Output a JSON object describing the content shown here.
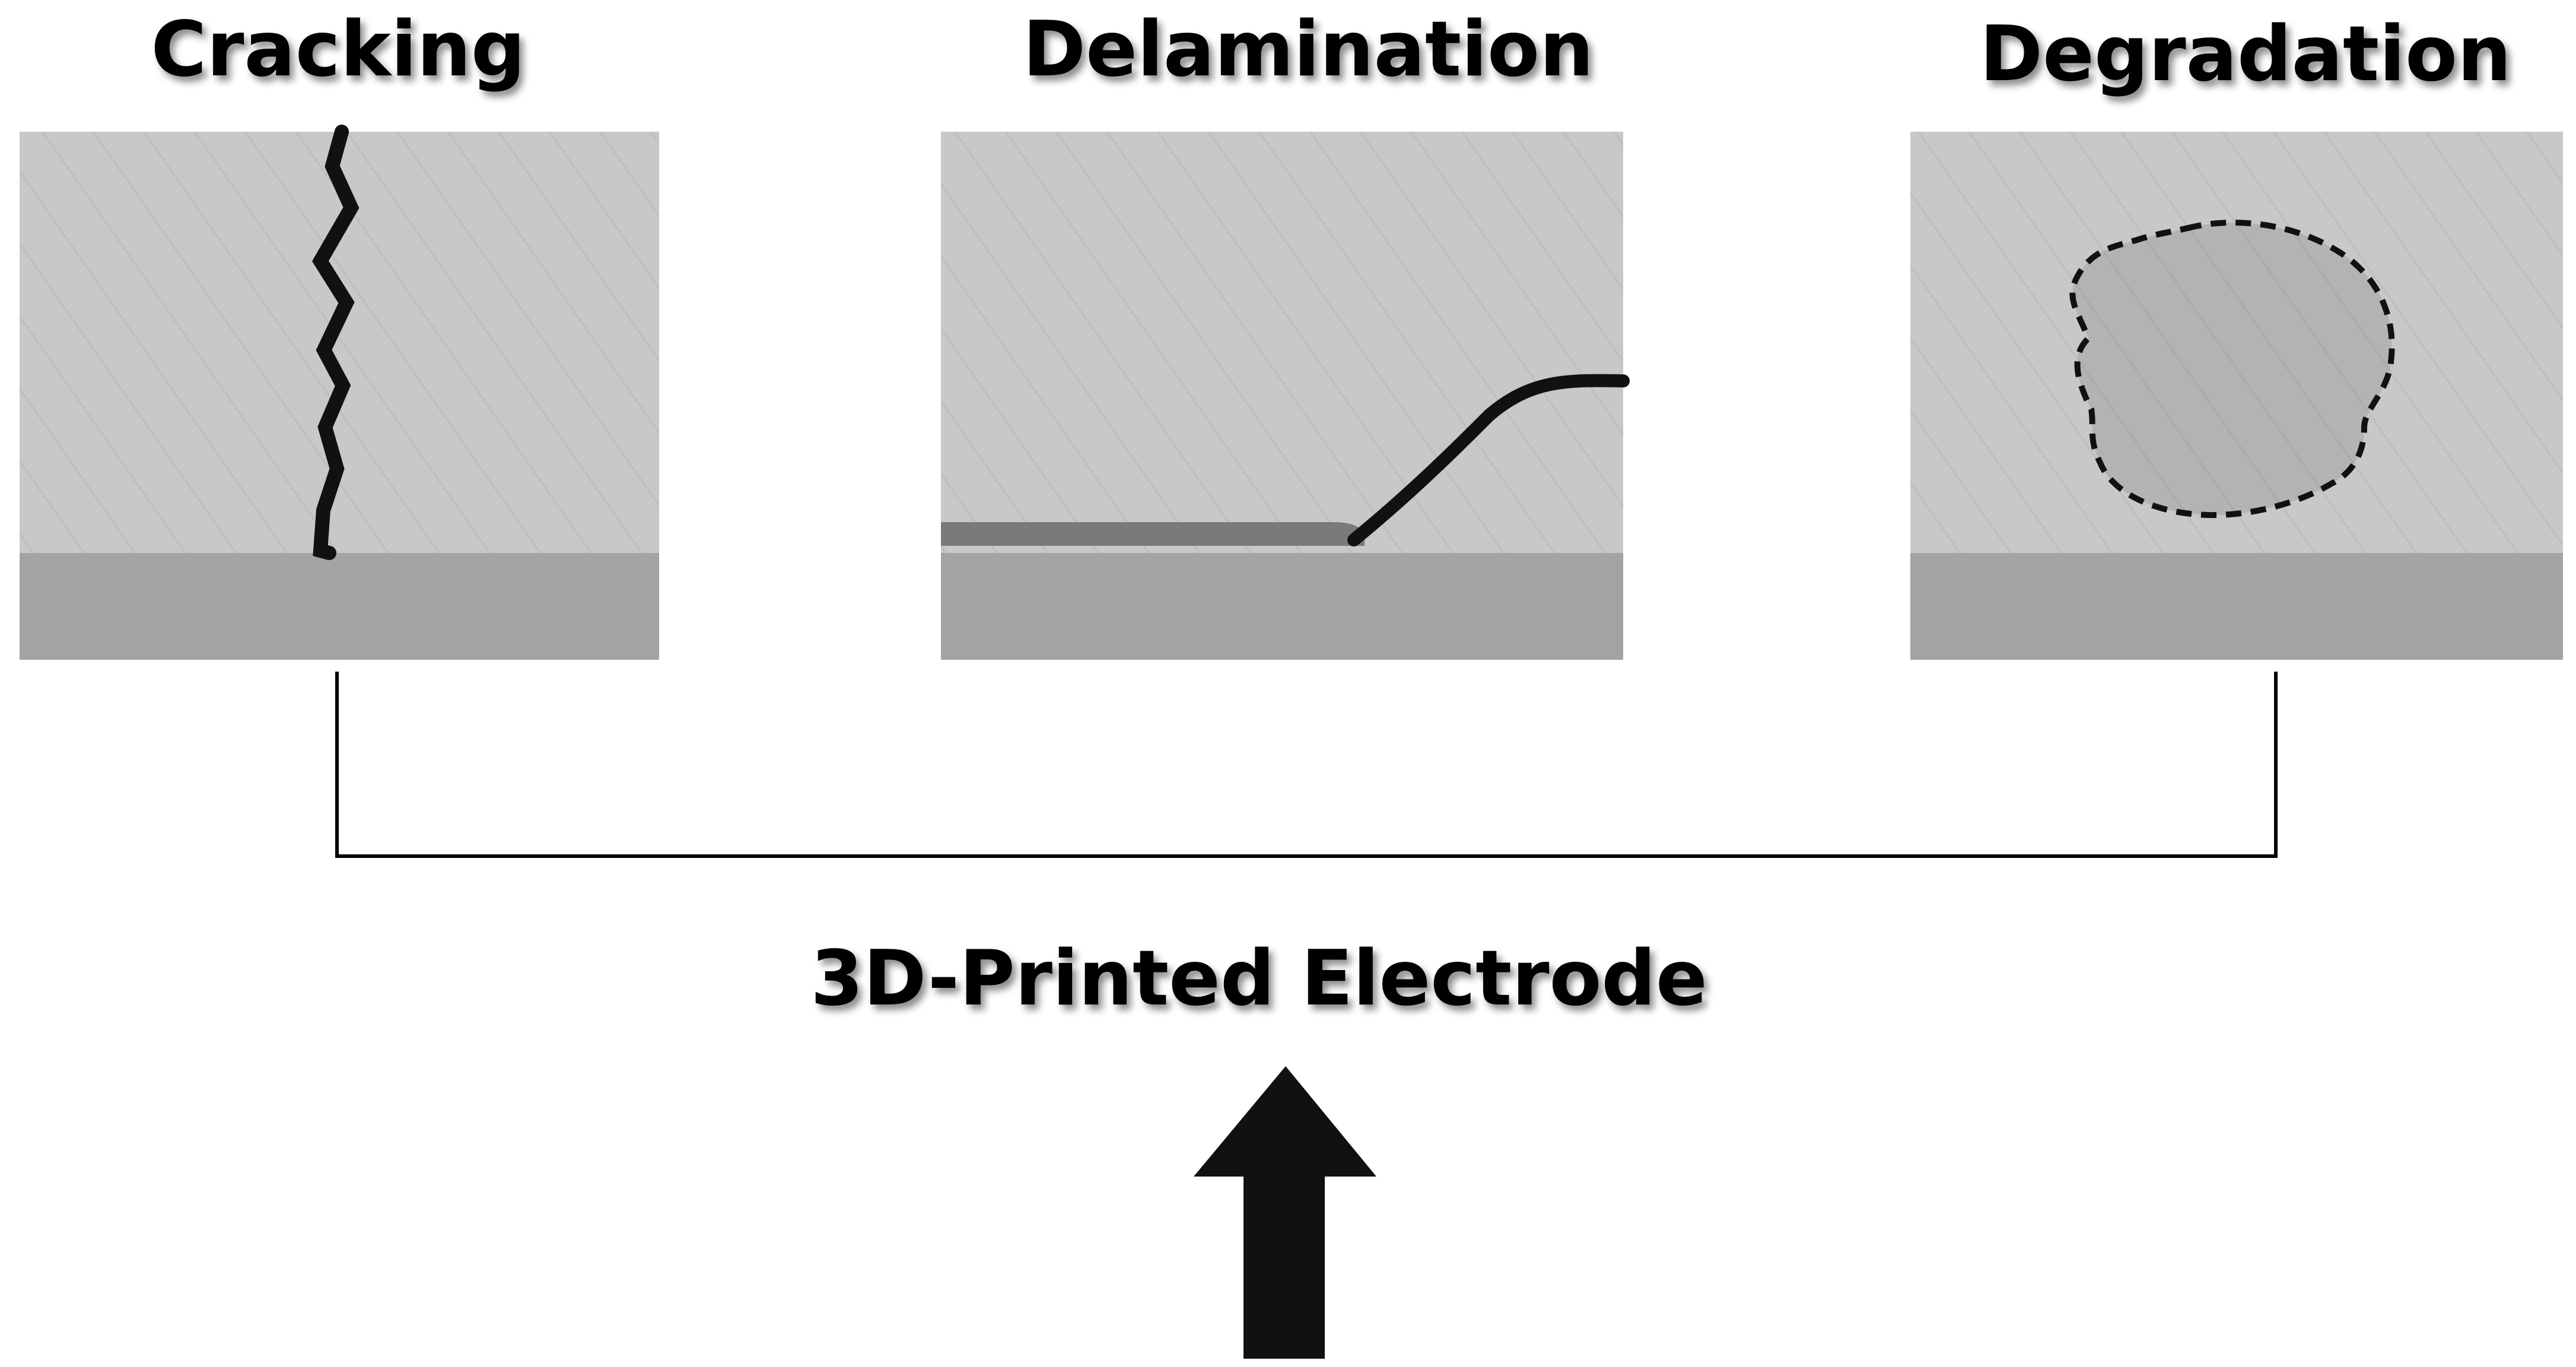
{
  "panels": {
    "cracking": {
      "title": "Cracking"
    },
    "delamination": {
      "title": "Delamination"
    },
    "degradation": {
      "title": "Degradation"
    }
  },
  "center_label": "3D-Printed Electrode",
  "colors": {
    "coating": "#c8c8c8",
    "substrate": "#a3a3a3",
    "defect_line": "#111111",
    "delaminated_layer": "#7a7a7a",
    "degraded_region": "#b3b3b3",
    "connector": "#000000",
    "arrow": "#000000"
  }
}
